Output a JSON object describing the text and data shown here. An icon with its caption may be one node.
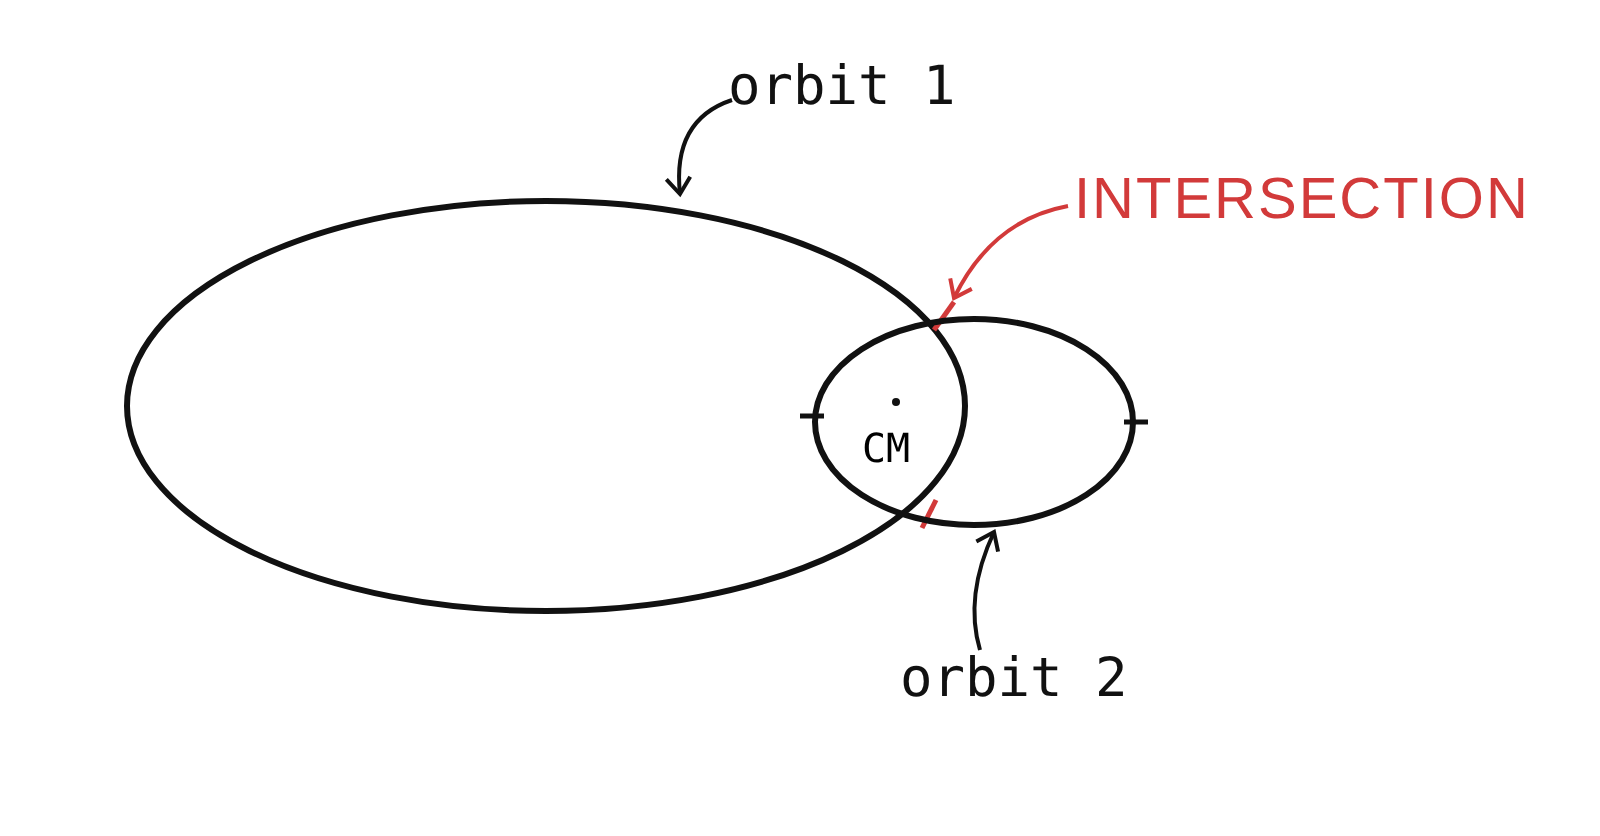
{
  "diagram": {
    "nodes": [
      {
        "text": [
          "orbit 1"
        ]
      },
      {
        "text": [],
        "shape": "ellipse"
      },
      {
        "text": [
          "INTERSECTION"
        ]
      },
      {
        "text": [],
        "shape": "cross"
      },
      {
        "text": [],
        "shape": "ellipse"
      },
      {
        "text": [
          "orbit 2"
        ]
      }
    ],
    "edges": [
      {
        "from": 0,
        "to": 1,
        "arrow": "to"
      },
      {
        "from": 2,
        "to": 3,
        "arrow": "to",
        "color": "#d23a3a"
      },
      {
        "from": 5,
        "to": 4,
        "arrow": "to"
      }
    ],
    "labels": [
      "CM"
    ]
  }
}
